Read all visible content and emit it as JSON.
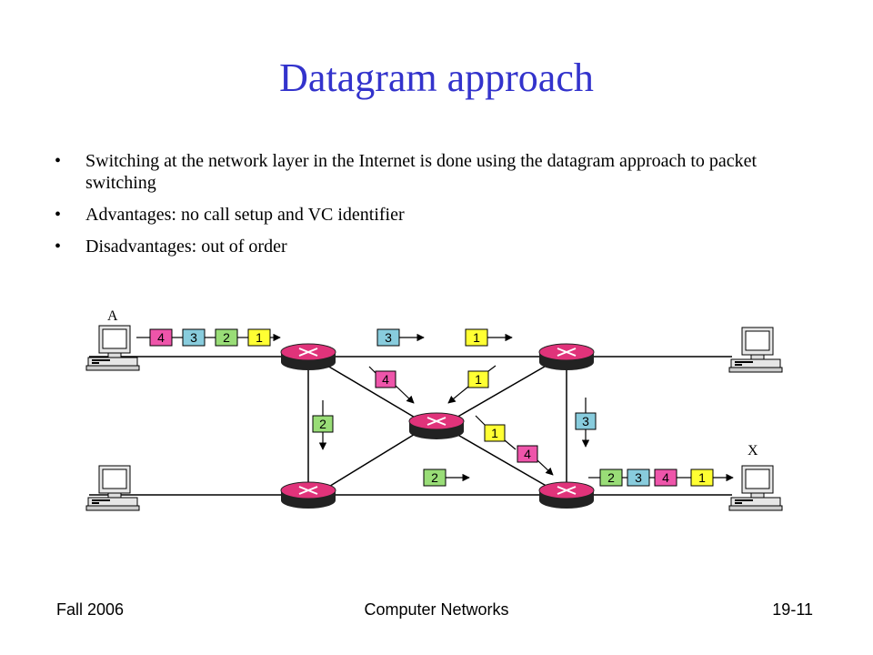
{
  "slide": {
    "title": "Datagram approach",
    "bullets": [
      "Switching at the network layer in the Internet is done using the datagram approach to packet switching",
      "Advantages: no call setup and VC identifier",
      "Disadvantages: out of order"
    ]
  },
  "diagram": {
    "station_a_label": "A",
    "station_x_label": "X",
    "colors": {
      "p1": "#ffff33",
      "p2": "#99dd77",
      "p3": "#88ccdd",
      "p4": "#ee55aa",
      "router": "#e0337a"
    },
    "packets": {
      "a4": "4",
      "a3": "3",
      "a2": "2",
      "a1": "1",
      "top3": "3",
      "top1": "1",
      "d4": "4",
      "u1": "1",
      "left2": "2",
      "c1": "1",
      "c4": "4",
      "right3": "3",
      "bot2": "2",
      "x2": "2",
      "x3": "3",
      "x4": "4",
      "x1": "1"
    }
  },
  "footer": {
    "left": "Fall 2006",
    "center": "Computer Networks",
    "right": "19-11"
  }
}
